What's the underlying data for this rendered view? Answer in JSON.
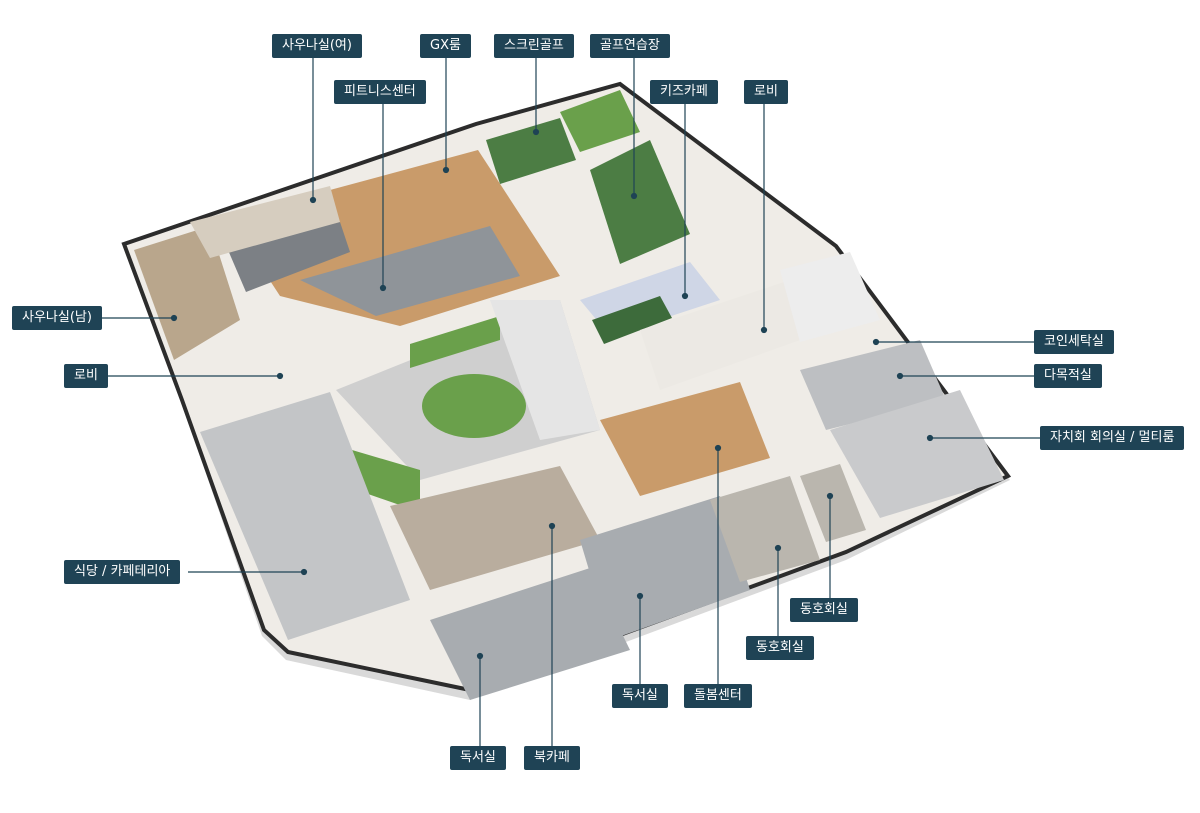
{
  "labels": {
    "sauna_women": "사우나실(여)",
    "gx_room": "GX룸",
    "screen_golf": "스크린골프",
    "golf_practice": "골프연습장",
    "fitness_center": "피트니스센터",
    "kids_cafe": "키즈카페",
    "lobby_top": "로비",
    "sauna_men": "사우나실(남)",
    "lobby_left": "로비",
    "coin_laundry": "코인세탁실",
    "multipurpose_room": "다목적실",
    "resident_meeting_room": "자치회 회의실 / 멀티룸",
    "restaurant_cafeteria": "식당 / 카페테리아",
    "club_room_1": "동호회실",
    "club_room_2": "동호회실",
    "reading_room_1": "독서실",
    "care_center": "돌봄센터",
    "reading_room_2": "독서실",
    "book_cafe": "북카페"
  },
  "colors": {
    "label_bg": "#1f4355",
    "wall_dark": "#2c2c2c",
    "floor_wood": "#c99b6a",
    "floor_tile": "#ece9e4",
    "floor_gray": "#9a9ea3",
    "grass": "#6aa04b",
    "golf_green": "#4c7d44"
  }
}
